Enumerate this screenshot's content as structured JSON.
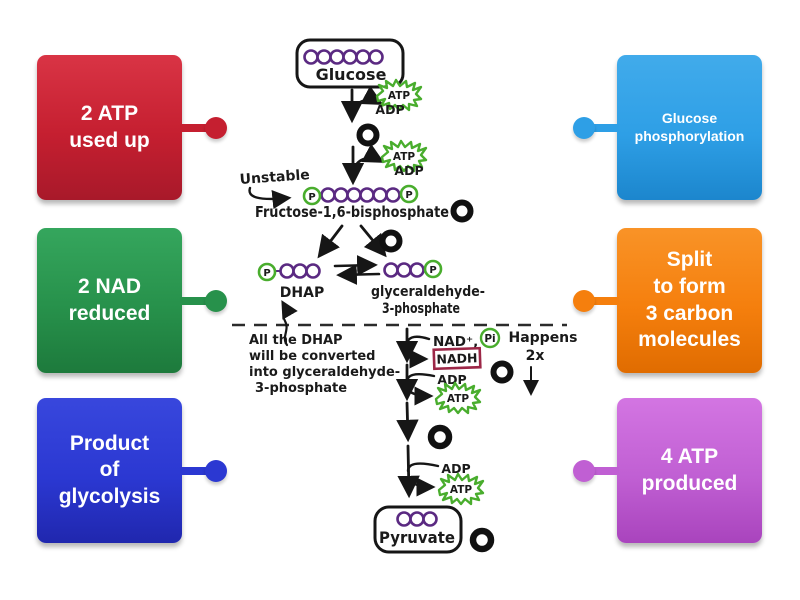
{
  "activity": {
    "type": "labelled-diagram-game",
    "topic": "Glycolysis"
  },
  "cards": {
    "left": [
      {
        "id": "atp-used-up",
        "lines": [
          "2 ATP",
          "used up"
        ],
        "color": "#c51f30"
      },
      {
        "id": "nad-reduced",
        "lines": [
          "2 NAD",
          "reduced"
        ],
        "color": "#27914b"
      },
      {
        "id": "product-of-glycolysis",
        "lines": [
          "Product",
          "of",
          "glycolysis"
        ],
        "color": "#2b38d2"
      }
    ],
    "right": [
      {
        "id": "glucose-phosphorylation",
        "lines": [
          "Glucose",
          "phosphorylation"
        ],
        "color": "#2e9fe6"
      },
      {
        "id": "split-3-carbon",
        "lines": [
          "Split",
          "to form",
          "3 carbon",
          "molecules"
        ],
        "color": "#f57f0d"
      },
      {
        "id": "4-atp-produced",
        "lines": [
          "4 ATP",
          "produced"
        ],
        "color": "#c05fd3"
      }
    ]
  },
  "diagram": {
    "glucose": "Glucose",
    "atp": "ATP",
    "adp": "ADP",
    "unstable": "Unstable",
    "fructose": "Fructose-1,6-bisphosphate",
    "dhap": "DHAP",
    "g3p1": "glyceraldehyde-",
    "g3p2": "3-phosphate",
    "note1": "All the DHAP",
    "note2": "will be converted",
    "note3": "into glyceraldehyde-",
    "note4": "3-phosphate",
    "nad": "NAD⁺,",
    "pi": "Pi",
    "nadh": "NADH",
    "happens1": "Happens",
    "happens2": "2x",
    "p": "P",
    "pyruvate": "Pyruvate",
    "drop_target_count": 6
  },
  "colors": {
    "ink": "#161616",
    "chain_purple": "#5b2a82",
    "atp_green": "#49ad2d",
    "nadh_maroon": "#9c2747",
    "card_red": "#c51f30",
    "card_green": "#27914b",
    "card_blue": "#2b38d2",
    "card_light_blue": "#2e9fe6",
    "card_orange": "#f57f0d",
    "card_purple": "#c05fd3"
  }
}
